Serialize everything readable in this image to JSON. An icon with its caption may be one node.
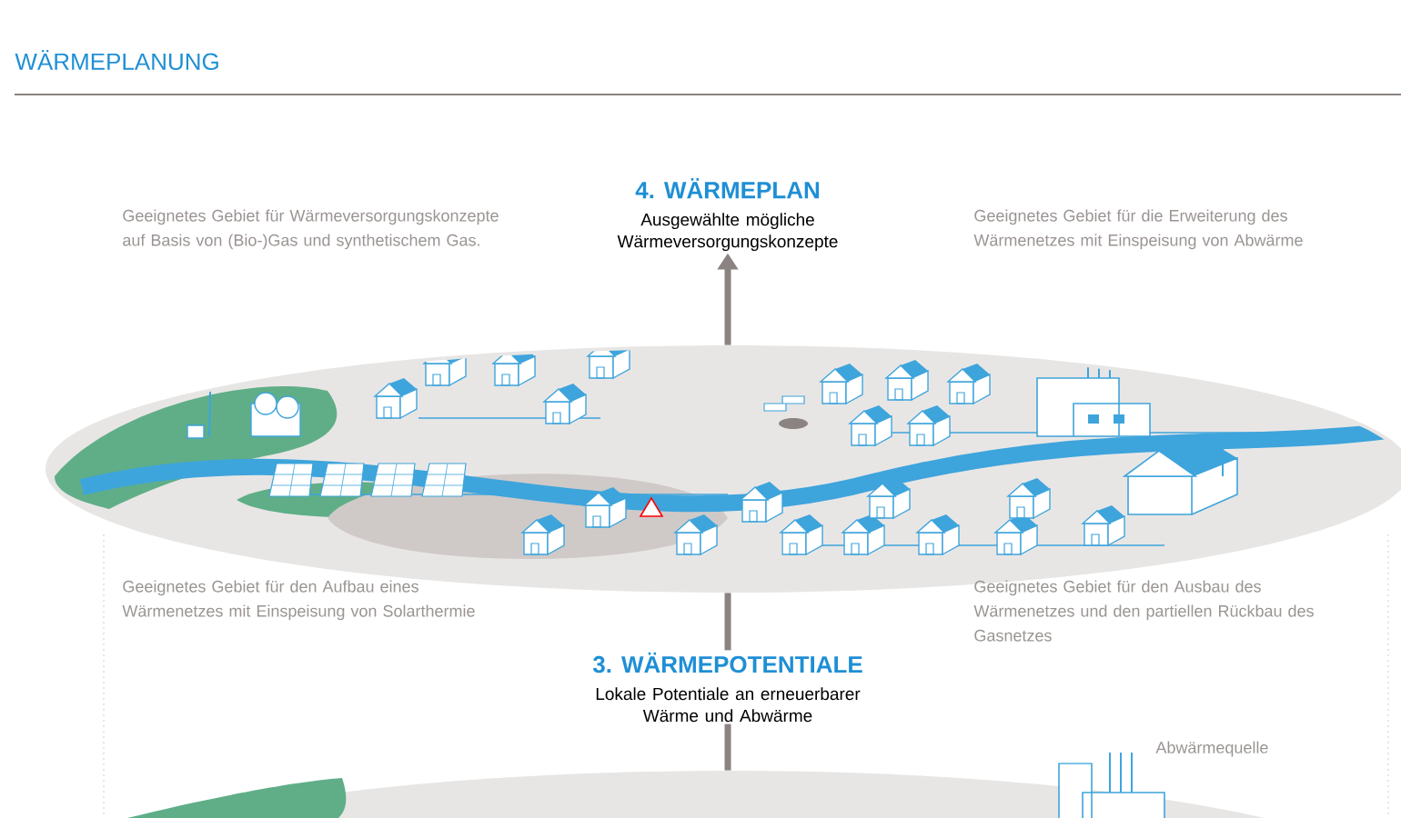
{
  "diagram": {
    "title": "WÄRMEPLANUNG",
    "nodes": [
      {
        "text": [
          "4. WÄRMEPLAN",
          "Ausgewählte mögliche Wärmeversorgungskonzepte"
        ]
      },
      {
        "text": [],
        "shape": "ellipse"
      },
      {
        "text": [
          "3. WÄRMEPOTENTIALE",
          "Lokale Potentiale an erneuerbarer Wärme und Abwärme"
        ]
      },
      {
        "text": [],
        "shape": "ellipse",
        "beside": [
          "Abwärmequelle"
        ]
      }
    ],
    "edges": [
      {
        "from": 1,
        "to": 0,
        "arrow": "to"
      },
      {
        "from": 2,
        "to": 1,
        "arrow": "none"
      },
      {
        "from": 3,
        "to": 2,
        "arrow": "none"
      }
    ],
    "labels": [
      "Geeignetes Gebiet für Wärmeversorgungskonzepte auf Basis von (Bio-)Gas und synthetischem Gas.",
      "Geeignetes Gebiet für die Erweiterung des Wärmenetzes mit Einspeisung von Abwärme",
      "Geeignetes Gebiet für den Aufbau eines Wärmenetzes mit Einspeisung von Solarthermie",
      "Geeignetes Gebiet für den Ausbau des Wärmenetzes und den partiellen Rückbau des Gasnetzes"
    ]
  }
}
